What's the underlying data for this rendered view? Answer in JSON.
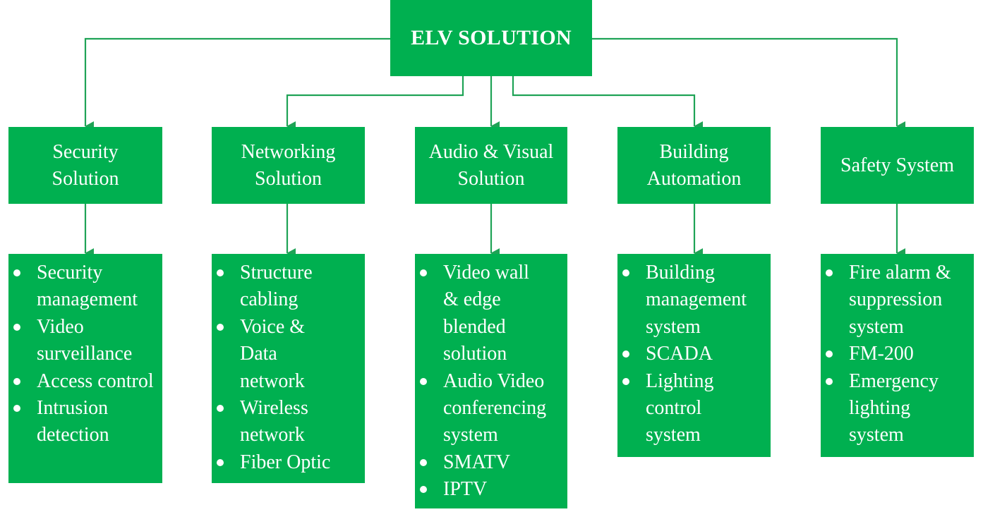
{
  "diagram": {
    "title": "ELV SOLUTION",
    "colors": {
      "box_fill": "#00b050",
      "line": "#1fa356",
      "text": "#ffffff"
    },
    "categories": [
      {
        "id": "security",
        "label": "Security Solution",
        "items": [
          "Security management",
          "Video surveillance",
          "Access control",
          "Intrusion detection"
        ]
      },
      {
        "id": "networking",
        "label": "Networking Solution",
        "items": [
          "Structure cabling",
          "Voice & Data network",
          "Wireless network",
          "Fiber Optic"
        ]
      },
      {
        "id": "av",
        "label": "Audio & Visual Solution",
        "items": [
          "Video wall & edge blended solution",
          "Audio Video conferencing system",
          "SMATV",
          "IPTV"
        ]
      },
      {
        "id": "building",
        "label": "Building Automation",
        "items": [
          "Building management system",
          "SCADA",
          "Lighting control system"
        ]
      },
      {
        "id": "safety",
        "label": "Safety System",
        "items": [
          "Fire alarm & suppression system",
          "FM-200",
          "Emergency lighting system"
        ]
      }
    ]
  }
}
